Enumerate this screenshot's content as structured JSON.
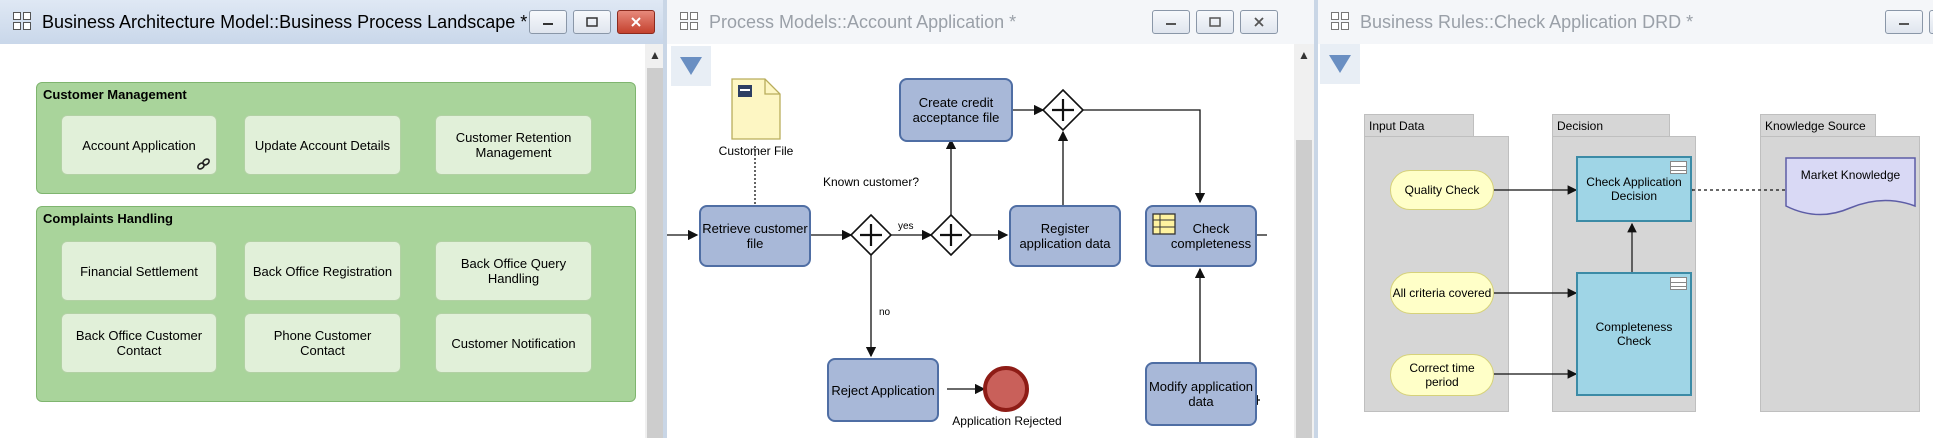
{
  "windows": {
    "architecture": {
      "title": "Business Architecture Model::Business Process Landscape *",
      "groups": [
        {
          "title": "Customer Management",
          "functions": [
            "Account Application",
            "Update Account Details",
            "Customer Retention Management"
          ]
        },
        {
          "title": "Complaints Handling",
          "functions": [
            "Financial Settlement",
            "Back Office Registration",
            "Back Office Query Handling",
            "Back Office Customer Contact",
            "Phone Customer Contact",
            "Customer Notification"
          ]
        }
      ]
    },
    "process": {
      "title": "Process Models::Account Application *",
      "data_object": "Customer File",
      "tasks": {
        "retrieve": "Retrieve customer file",
        "create_credit": "Create credit acceptance file",
        "register": "Register application data",
        "check": "Check completeness",
        "reject": "Reject Application",
        "modify": "Modify application data"
      },
      "gateway_label": "Known customer?",
      "yes_label": "yes",
      "no_label": "no",
      "end_event_label": "Application Rejected"
    },
    "rules": {
      "title": "Business Rules::Check Application DRD *",
      "lanes": [
        "Input Data",
        "Decision",
        "Knowledge Source"
      ],
      "inputs": [
        "Quality Check",
        "All criteria covered",
        "Correct time period"
      ],
      "decisions": [
        "Check Application Decision",
        "Completeness Check"
      ],
      "knowledge": "Market Knowledge"
    }
  },
  "colors": {
    "group_fill": "#a9d49b",
    "function_fill": "#e1f0d9",
    "task_fill": "#a8b8d8",
    "task_border": "#4f6ea4",
    "end_event": "#c9605a",
    "input_data": "#ffffc8",
    "decision": "#9fd5e6",
    "knowledge": "#d9d9f5"
  }
}
